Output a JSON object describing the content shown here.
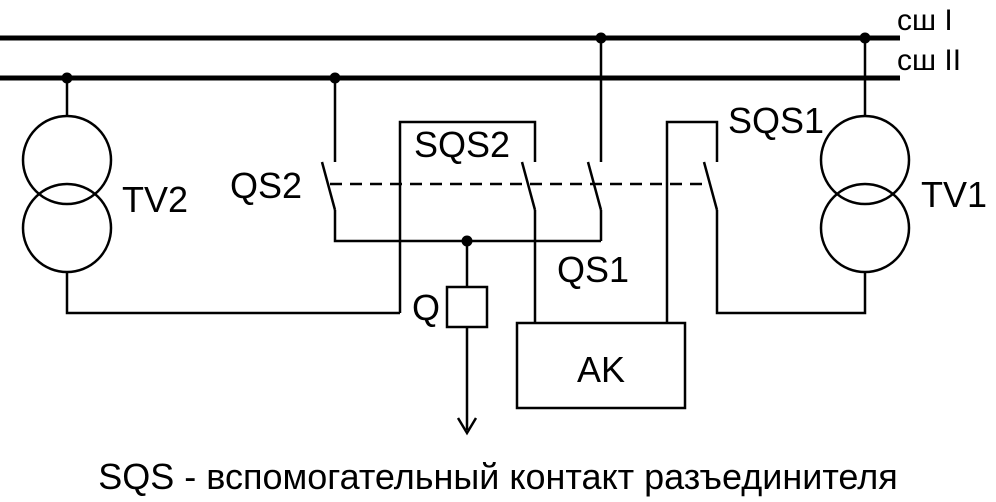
{
  "buses": {
    "bus1_label": "сш I",
    "bus2_label": "сш II"
  },
  "components": {
    "tv2": "TV2",
    "tv1": "TV1",
    "qs2": "QS2",
    "qs1": "QS1",
    "sqs2": "SQS2",
    "sqs1": "SQS1",
    "q": "Q",
    "ak": "AK"
  },
  "caption": "SQS - вспомогательный контакт разъединителя",
  "colors": {
    "line": "#000000",
    "background": "#ffffff"
  }
}
